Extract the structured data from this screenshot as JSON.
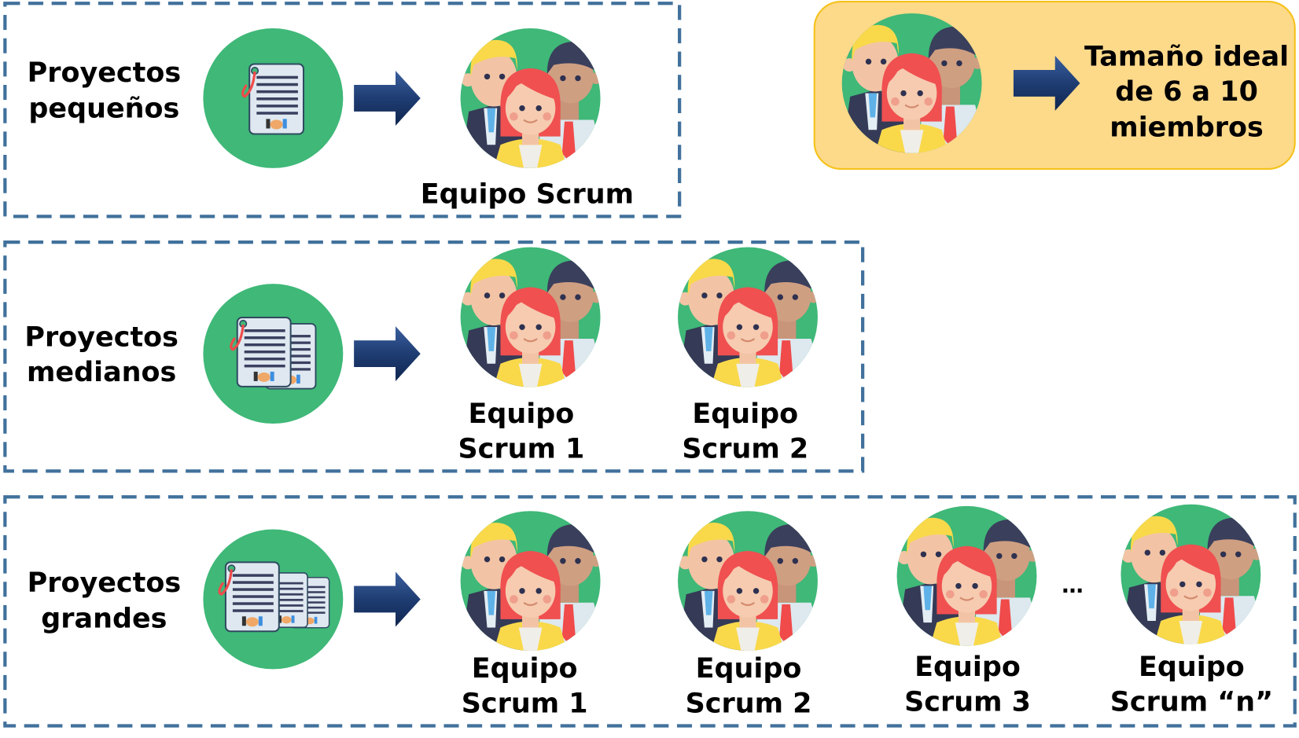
{
  "colors": {
    "dashed_border": "#41719c",
    "icon_circle": "#3fb878",
    "arrow": "#1f3d73",
    "callout_fill": "#fdd98a",
    "callout_border": "#f5c21b"
  },
  "rows": [
    {
      "label_lines": [
        "Proyectos",
        "pequeños"
      ],
      "document_icon": "single-contract-icon",
      "teams": [
        {
          "lines": [
            "Equipo Scrum"
          ]
        }
      ]
    },
    {
      "label_lines": [
        "Proyectos",
        "medianos"
      ],
      "document_icon": "two-contracts-icon",
      "teams": [
        {
          "lines": [
            "Equipo",
            "Scrum 1"
          ]
        },
        {
          "lines": [
            "Equipo",
            "Scrum 2"
          ]
        }
      ]
    },
    {
      "label_lines": [
        "Proyectos",
        "grandes"
      ],
      "document_icon": "three-contracts-icon",
      "teams": [
        {
          "lines": [
            "Equipo",
            "Scrum 1"
          ]
        },
        {
          "lines": [
            "Equipo",
            "Scrum 2"
          ]
        },
        {
          "lines": [
            "Equipo",
            "Scrum 3"
          ]
        },
        {
          "lines": [
            "Equipo",
            "Scrum “n”"
          ]
        }
      ],
      "ellipsis": "…"
    }
  ],
  "callout": {
    "lines": [
      "Tamaño ideal",
      "de 6 a 10",
      "miembros"
    ]
  }
}
